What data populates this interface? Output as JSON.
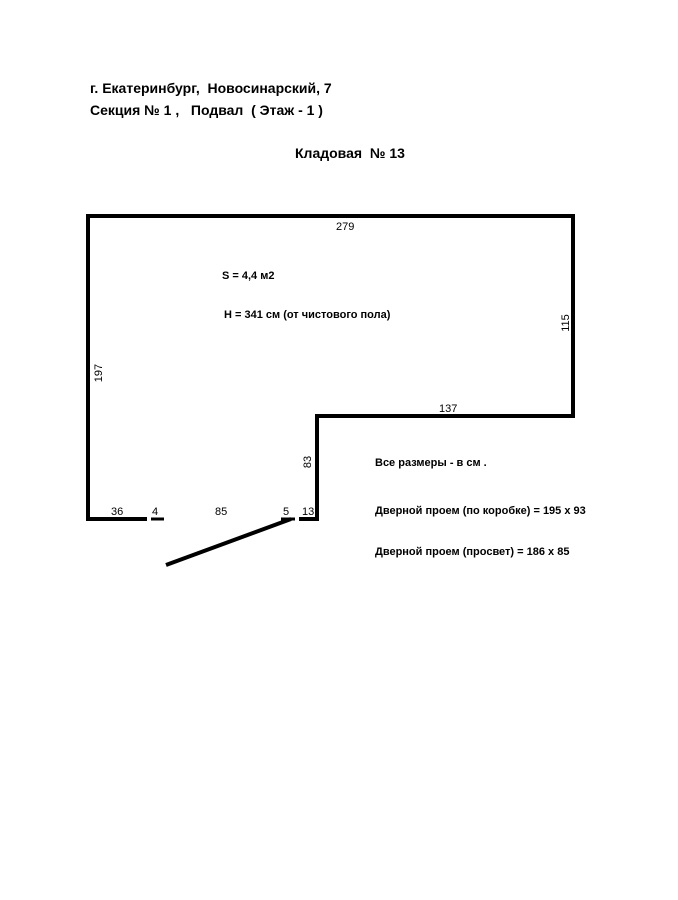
{
  "header": {
    "address_line1": "г. Екатеринбург,  Новосинарский, 7",
    "address_line2": "Секция № 1 ,   Подвал  ( Этаж - 1 )",
    "room_title": "Кладовая  № 13"
  },
  "plan": {
    "dimensions": {
      "top": "279",
      "right": "115",
      "left": "197",
      "notch_horizontal": "137",
      "notch_vertical": "83",
      "bottom_left_wall": "36",
      "bottom_frame_left": "4",
      "door_width": "85",
      "bottom_frame_right": "5",
      "bottom_right_wall": "13"
    },
    "area": "S = 4,4 м2",
    "height": "H = 341 см  (от чистового пола)"
  },
  "notes": {
    "units": "Все размеры - в  см .",
    "door_frame": "Дверной  проем (по коробке)   =  195 х 93",
    "door_clear": "Дверной  проем (просвет)   =  186 х 85"
  }
}
